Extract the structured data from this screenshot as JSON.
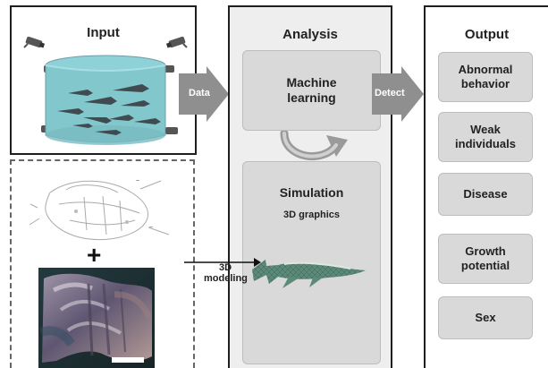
{
  "diagram": {
    "input_title": "Input",
    "analysis_title": "Analysis",
    "output_title": "Output",
    "analysis": {
      "machine_learning": "Machine learning",
      "simulation": "Simulation",
      "graphics": "3D graphics"
    },
    "connectors": {
      "data": "Data",
      "detect": "Detect",
      "modeling": "3D modeling"
    },
    "outputs": [
      "Abnormal behavior",
      "Weak individuals",
      "Disease",
      "Growth potential",
      "Sex"
    ]
  }
}
